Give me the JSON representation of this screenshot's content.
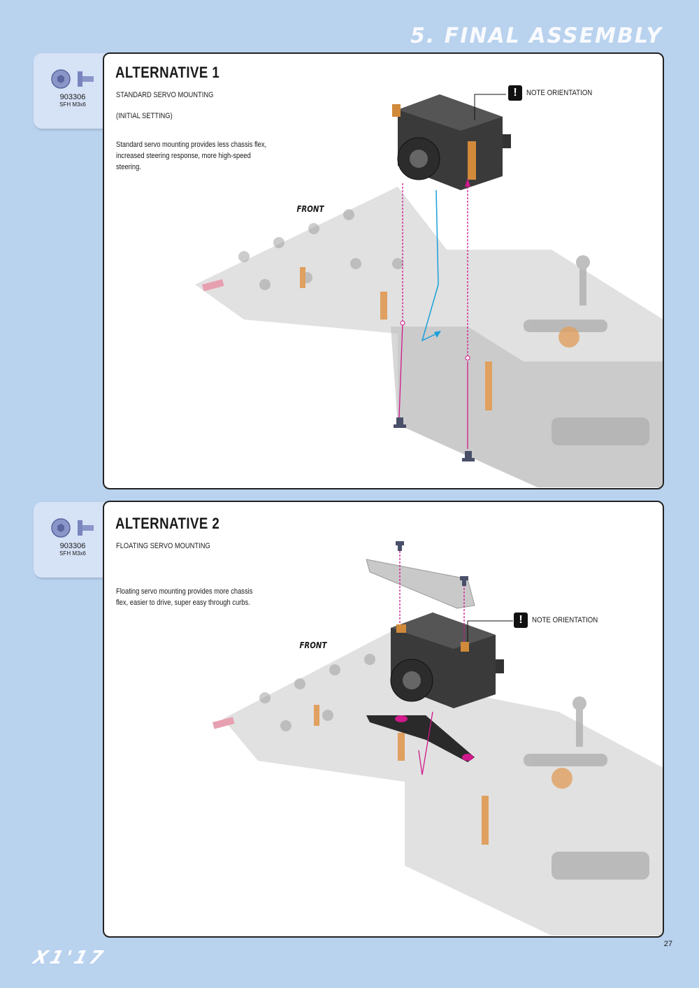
{
  "header": {
    "section_title": "5. FINAL ASSEMBLY"
  },
  "alt1": {
    "part": {
      "code": "903306",
      "desc": "SFH M3x6"
    },
    "title": "ALTERNATIVE 1",
    "subtitle": "STANDARD SERVO MOUNTING",
    "subtitle2": "(INITIAL SETTING)",
    "body": "Standard servo mounting provides less chassis flex, increased steering response, more high-speed steering.",
    "note": "NOTE ORIENTATION",
    "front": "FRONT"
  },
  "alt2": {
    "part": {
      "code": "903306",
      "desc": "SFH M3x6"
    },
    "title": "ALTERNATIVE 2",
    "subtitle": "FLOATING SERVO MOUNTING",
    "body": "Floating servo mounting provides more chassis flex, easier to drive, super easy through curbs.",
    "note": "NOTE ORIENTATION",
    "front": "FRONT"
  },
  "footer": {
    "logo": "X1'17",
    "page_number": "27"
  },
  "colors": {
    "background": "#b9d2ee",
    "tab": "#d6e2f6",
    "guide_line": "#d0198a",
    "arrow_blue": "#1aa0d8",
    "orange_post": "#e0a060"
  }
}
